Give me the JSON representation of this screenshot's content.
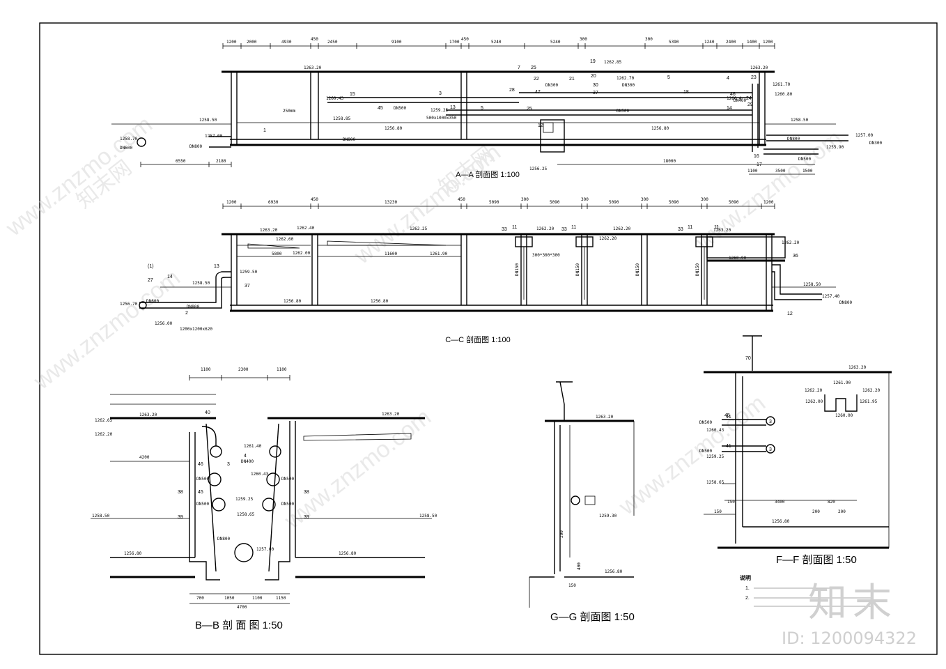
{
  "sections": {
    "aa": "A—A 剖面图 1:100",
    "cc": "C—C 剖面图 1:100",
    "bb": "B—B  剖 面 图  1:50",
    "gg": "G—G 剖面图  1:50",
    "ff": "F—F 剖面图  1:50"
  },
  "aa_dims": [
    "1200",
    "2000",
    "4930",
    "450",
    "2450",
    "9100",
    "1700",
    "450",
    "5240",
    "300",
    "5240",
    "300",
    "5390",
    "1240",
    "2400",
    "1400",
    "1200"
  ],
  "aa_elev": {
    "top_left": "1263.20",
    "top_right": "1263.20",
    "e1262_85": "1262.85",
    "e1262_70": "1262.70",
    "e1261_70": "1261.70",
    "e1260_80": "1260.80",
    "e1260_43": "1260.43",
    "e1259_25": "1259.25",
    "e1258_85": "1258.85",
    "e1258_50_l": "1258.50",
    "e1258_50_r": "1258.50",
    "e1257_00_l": "1257.00",
    "e1257_00_r": "1257.00",
    "e1256_80": "1256.80",
    "e1256_80_b": "1256.80",
    "e1258_70": "1258.70",
    "e1255_90": "1255.90",
    "e1256_25": "1256.25",
    "e1260_4": "1260.4"
  },
  "aa_labels": {
    "dn800_l": "DN800",
    "dn600": "DN600",
    "dn800_main": "DN800",
    "dn300": "DN300",
    "dn300b": "DN300",
    "dn500": "DN500",
    "dn500b": "DN500",
    "dn400": "DN400",
    "dn800_r": "DN800",
    "dn300_r": "DN300",
    "dn500_r": "DN500",
    "box": "500x1000x350",
    "mm": "250mm",
    "b6550": "6550",
    "b2180": "2180",
    "b18000": "18000",
    "b1100": "1100",
    "b3500": "3500",
    "b1500": "1500"
  },
  "aa_nums": [
    "1",
    "3",
    "15",
    "45",
    "5",
    "13",
    "12",
    "7",
    "25",
    "22",
    "28",
    "47",
    "19",
    "20",
    "21",
    "30",
    "37",
    "5",
    "4",
    "23",
    "24",
    "29",
    "14",
    "46",
    "18",
    "25",
    "16",
    "17"
  ],
  "cc_dims": [
    "1200",
    "6930",
    "450",
    "13230",
    "450",
    "5090",
    "300",
    "5090",
    "300",
    "5090",
    "300",
    "5090",
    "300",
    "5090",
    "1200"
  ],
  "cc_elev": {
    "e1263_20": "1263.20",
    "e1262_40": "1262.40",
    "e1262_60": "1262.60",
    "e1262_00": "1262.00",
    "e1262_25": "1262.25",
    "e1261_90": "1261.90",
    "e1262_20a": "1262.20",
    "e1262_20b": "1262.20",
    "e1262_20c": "1262.20",
    "e1263_20b": "1263.20",
    "e1262_20d": "1262.20",
    "e1260_90": "1260.90",
    "e1259_50": "1259.50",
    "e1258_50": "1258.50",
    "e1258_50r": "1258.50",
    "e1256_70": "1256.70",
    "e1256_00": "1256.00",
    "e1256_80a": "1256.80",
    "e1256_80b": "1256.80",
    "e1257_40": "1257.40"
  },
  "cc_labels": {
    "dn600": "DN600",
    "dn800": "DN800",
    "dn800b": "DN800",
    "box": "1200x1200x620",
    "d5800": "5800",
    "d11600": "11600",
    "sq": "300*300*300",
    "dn150a": "DN150",
    "dn150b": "DN150",
    "dn150c": "DN150",
    "dn150d": "DN150"
  },
  "cc_nums": [
    "(1)",
    "27",
    "14",
    "2",
    "13",
    "37",
    "33",
    "11",
    "33",
    "11",
    "33",
    "11",
    "11",
    "36",
    "12"
  ],
  "bb": {
    "d1": "1100",
    "d2": "2300",
    "d3": "1100",
    "e1263_20a": "1263.20",
    "e1263_20b": "1263.20",
    "e1262_65": "1262.65",
    "e1262_20": "1262.20",
    "e1261_40": "1261.40",
    "e1260_43": "1260.43",
    "e1259_25": "1259.25",
    "e1258_65": "1258.65",
    "e1258_50a": "1258.50",
    "e1258_50b": "1258.50",
    "e1257_00": "1257.00",
    "e1256_80a": "1256.80",
    "e1256_80b": "1256.80",
    "dn400": "DN400",
    "dn500a": "DN500",
    "dn500b": "DN500",
    "dn500c": "DN500",
    "dn500d": "DN500",
    "dn800": "DN800",
    "w4200": "4200",
    "b700": "700",
    "b1050": "1050",
    "b1100": "1100",
    "b1150": "1150",
    "b4700": "4700",
    "n40": "40",
    "n38a": "38",
    "n38b": "38",
    "n39a": "39",
    "n39b": "39",
    "n46": "46",
    "n45": "45",
    "n4": "4",
    "n3": "3"
  },
  "gg": {
    "e1263_20": "1263.20",
    "e1259_30": "1259.30",
    "e1256_80": "1256.80",
    "w150": "150",
    "w200": "200",
    "w400": "400"
  },
  "ff": {
    "e1263_20": "1263.20",
    "e1262_20a": "1262.20",
    "e1261_90": "1261.90",
    "e1262_20b": "1262.20",
    "e1262_00": "1262.00",
    "e1261_95": "1261.95",
    "e1260_00": "1260.00",
    "e1260_43": "1260.43",
    "e1259_25": "1259.25",
    "e1258_65": "1258.65",
    "e1256_80": "1256.80",
    "dn500a": "DN500",
    "dn500b": "DN500",
    "d150a": "150",
    "d3400": "3400",
    "d200a": "200",
    "d200b": "200",
    "d150b": "150",
    "d820": "820",
    "n41a": "41",
    "n41b": "41",
    "n3a": "3",
    "n3b": "3",
    "n45": "45",
    "n70": "70"
  },
  "notes": {
    "title": "说明",
    "n1": "1.",
    "n2": "2."
  },
  "watermark": {
    "brand": "知末",
    "id": "ID: 1200094322",
    "site": "www.znzmo.com",
    "site_cn": "知末网"
  }
}
